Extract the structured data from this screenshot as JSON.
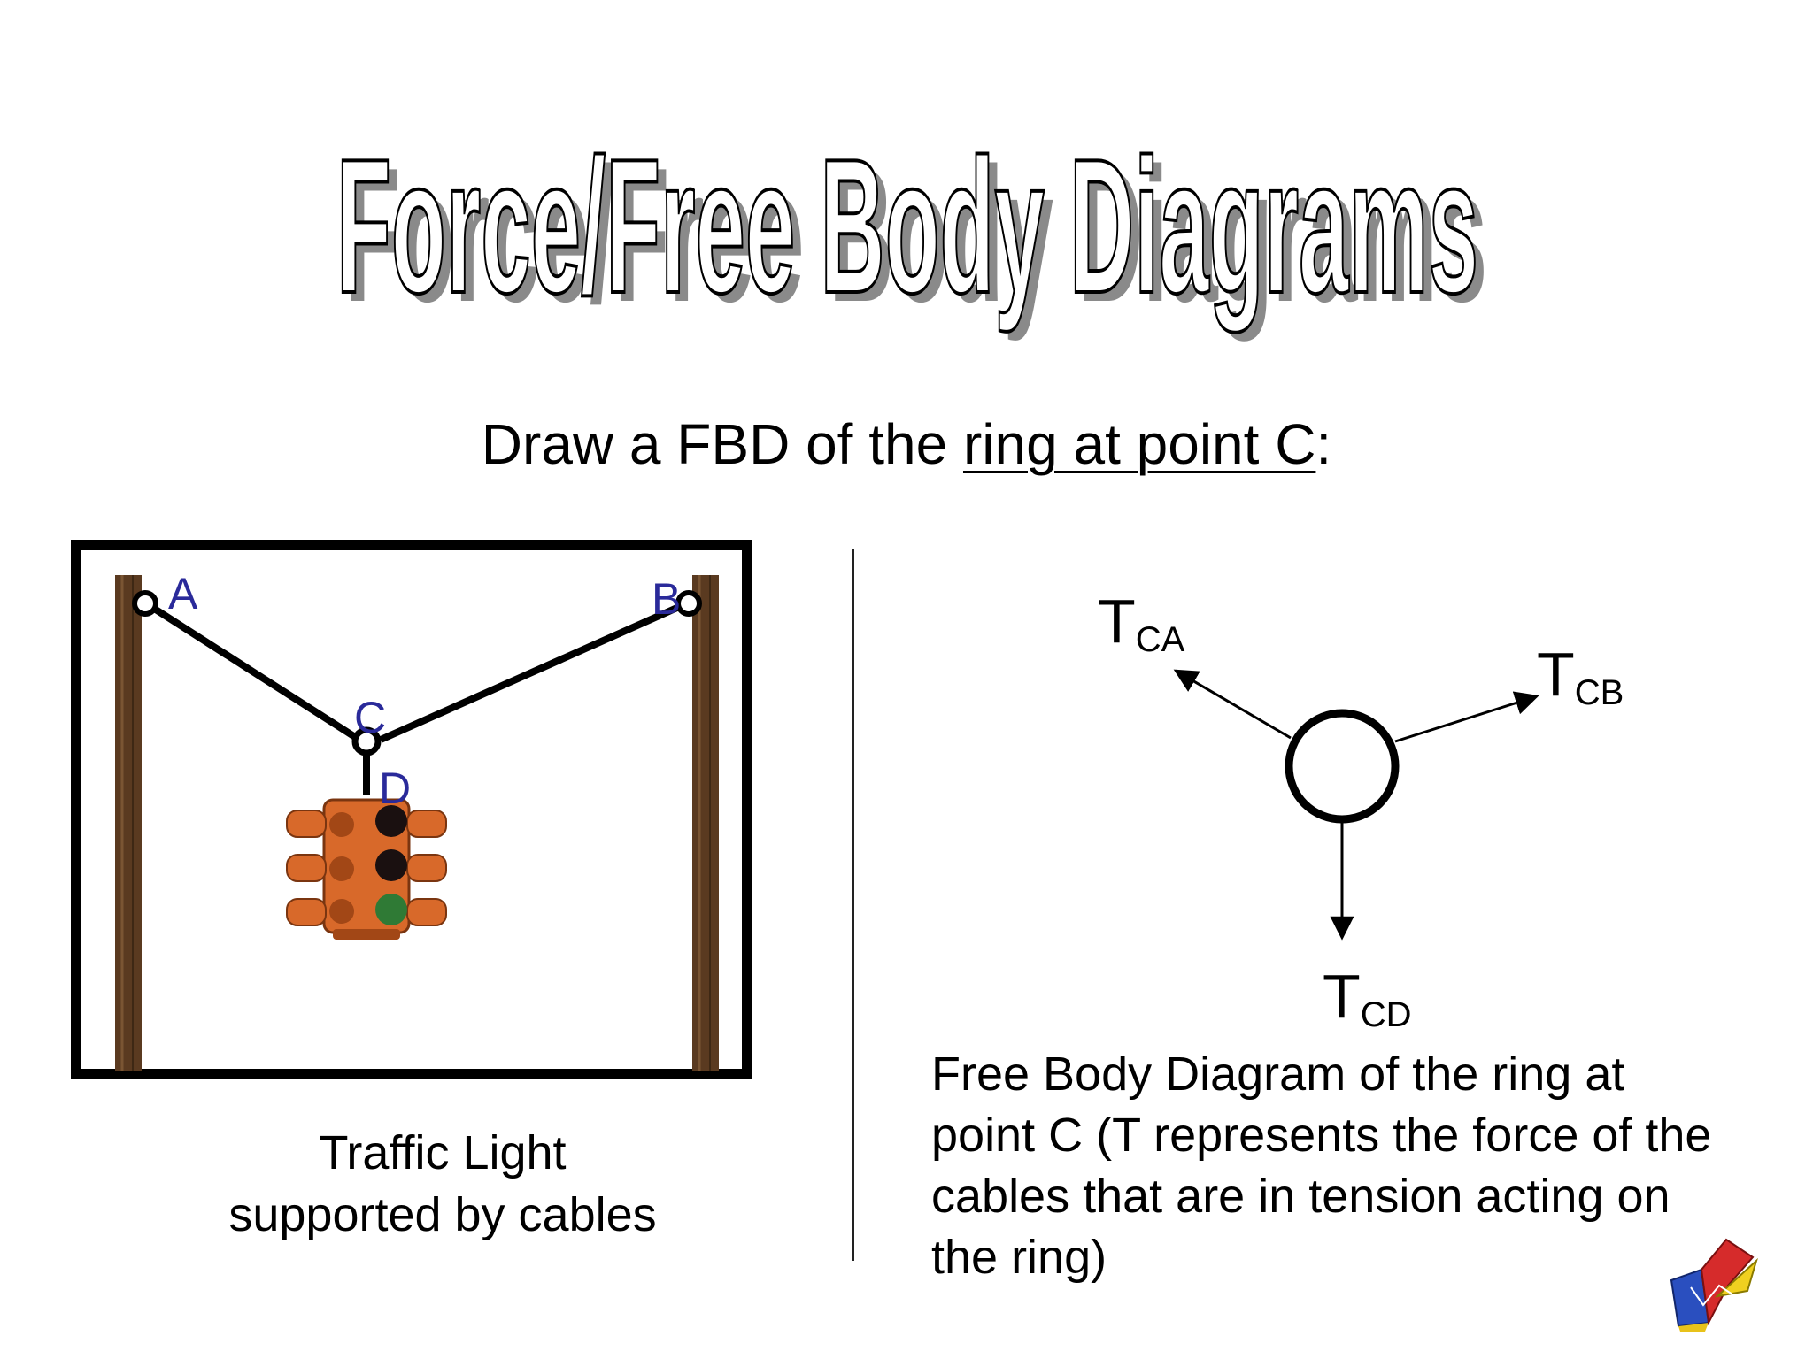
{
  "slide": {
    "title": "Force/Free Body Diagrams",
    "prompt_prefix": "Draw a FBD of the ",
    "prompt_underlined": "ring at point C",
    "prompt_suffix": ":"
  },
  "scene": {
    "point_labels": {
      "a": "A",
      "b": "B",
      "c": "C",
      "d": "D"
    },
    "caption_lines": [
      "Traffic Light",
      "supported by cables"
    ]
  },
  "fbd": {
    "forces": [
      {
        "main": "T",
        "sub": "CA"
      },
      {
        "main": "T",
        "sub": "CB"
      },
      {
        "main": "T",
        "sub": "CD"
      }
    ],
    "caption_lines": [
      "Free Body Diagram of the ring at",
      "point C (T represents the force of the",
      "cables that are in tension acting on",
      "the ring)"
    ]
  },
  "colors": {
    "point_label": "#2a2a9a",
    "pole": "#5a3a20",
    "light_housing": "#d8692a"
  }
}
